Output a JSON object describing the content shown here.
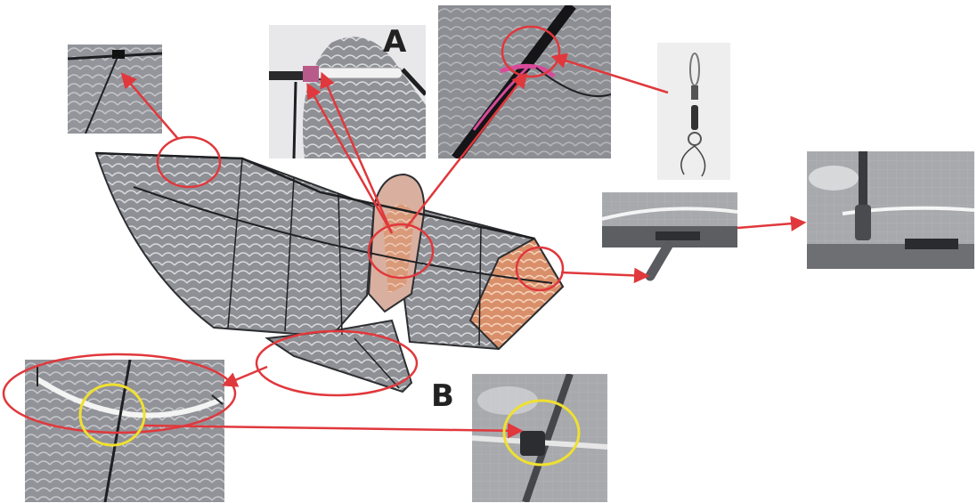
{
  "labels": {
    "a": "A",
    "b": "B"
  },
  "colors": {
    "callout_red": "#e0383c",
    "highlight_yellow": "#f0e030",
    "kite_gray": "#9a9ca1",
    "kite_dark": "#3a3b3f",
    "kite_orange": "#d9906a",
    "paper_white": "#ffffff"
  },
  "icons": {
    "kite": "eagle-kite-illustration",
    "clip": "swivel-clip-photo"
  }
}
